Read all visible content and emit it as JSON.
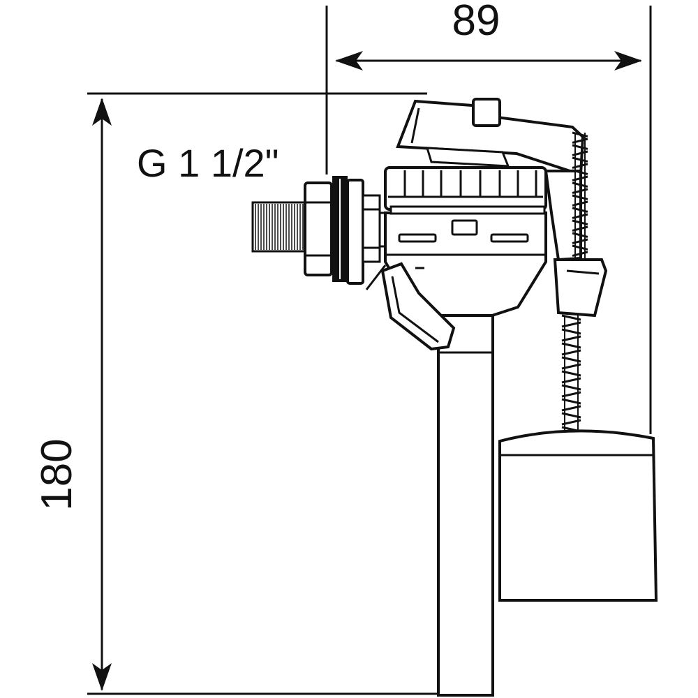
{
  "diagram": {
    "thread_label": "G 1 1/2\"",
    "dimensions": {
      "width_label": "89",
      "height_label": "180"
    },
    "colors": {
      "line": "#111111",
      "background": "#ffffff"
    }
  }
}
